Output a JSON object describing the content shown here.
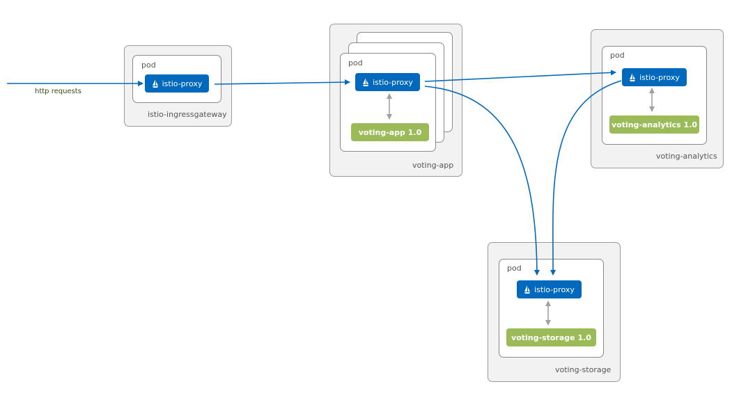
{
  "flow": {
    "input_label": "http requests",
    "arrow_color": "#0069bd",
    "internal_arrow_color": "#a0a0a0"
  },
  "colors": {
    "proxy": "#0069bd",
    "app": "#9bbb59",
    "deployment_bg": "#f2f2f2"
  },
  "gateway": {
    "deployment_label": "istio-ingressgateway",
    "pod_label": "pod",
    "proxy_label": "istio-proxy",
    "proxy_icon": "istio-sail-icon"
  },
  "voting_app": {
    "deployment_label": "voting-app",
    "pod_label": "pod",
    "proxy_label": "istio-proxy",
    "proxy_icon": "istio-sail-icon",
    "app_label": "voting-app 1.0",
    "replicas_shown": 3
  },
  "voting_analytics": {
    "deployment_label": "voting-analytics",
    "pod_label": "pod",
    "proxy_label": "istio-proxy",
    "proxy_icon": "istio-sail-icon",
    "app_label": "voting-analytics 1.0"
  },
  "voting_storage": {
    "deployment_label": "voting-storage",
    "pod_label": "pod",
    "proxy_label": "istio-proxy",
    "proxy_icon": "istio-sail-icon",
    "app_label": "voting-storage 1.0"
  }
}
